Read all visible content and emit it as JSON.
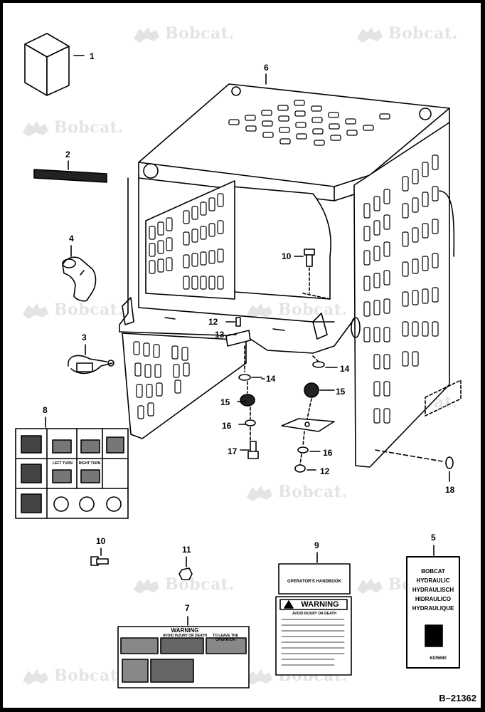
{
  "watermark": {
    "brand": "Bobcat."
  },
  "document_number": "B–21362",
  "callouts": {
    "c1": "1",
    "c2": "2",
    "c3": "3",
    "c4": "4",
    "c5": "5",
    "c6": "6",
    "c7": "7",
    "c8": "8",
    "c9": "9",
    "c10a": "10",
    "c10b": "10",
    "c11": "11",
    "c12a": "12",
    "c12b": "12",
    "c13": "13",
    "c14a": "14",
    "c14b": "14",
    "c15a": "15",
    "c15b": "15",
    "c16a": "16",
    "c16b": "16",
    "c17": "17",
    "c18": "18"
  },
  "decal5": {
    "lines": [
      "BOBCAT",
      "HYDRAULIC",
      "HYDRAULISCH",
      "HIDRAULICO",
      "HYDRAULIQUE"
    ],
    "part_no": "6105690"
  },
  "decal9": {
    "header": "OPERATOR'S HANDBOOK",
    "warning": "WARNING",
    "subhead": "AVOID INJURY OR DEATH"
  },
  "decal7": {
    "warning": "WARNING",
    "subhead": "AVOID INJURY OR DEATH",
    "right_head": "TO LEAVE THE OPERATOR"
  },
  "decal8": {
    "cells": [
      "LEFT TURN",
      "RIGHT TURN"
    ]
  },
  "colors": {
    "ink": "#000000",
    "watermark": "#e4e4e4",
    "background": "#ffffff"
  }
}
